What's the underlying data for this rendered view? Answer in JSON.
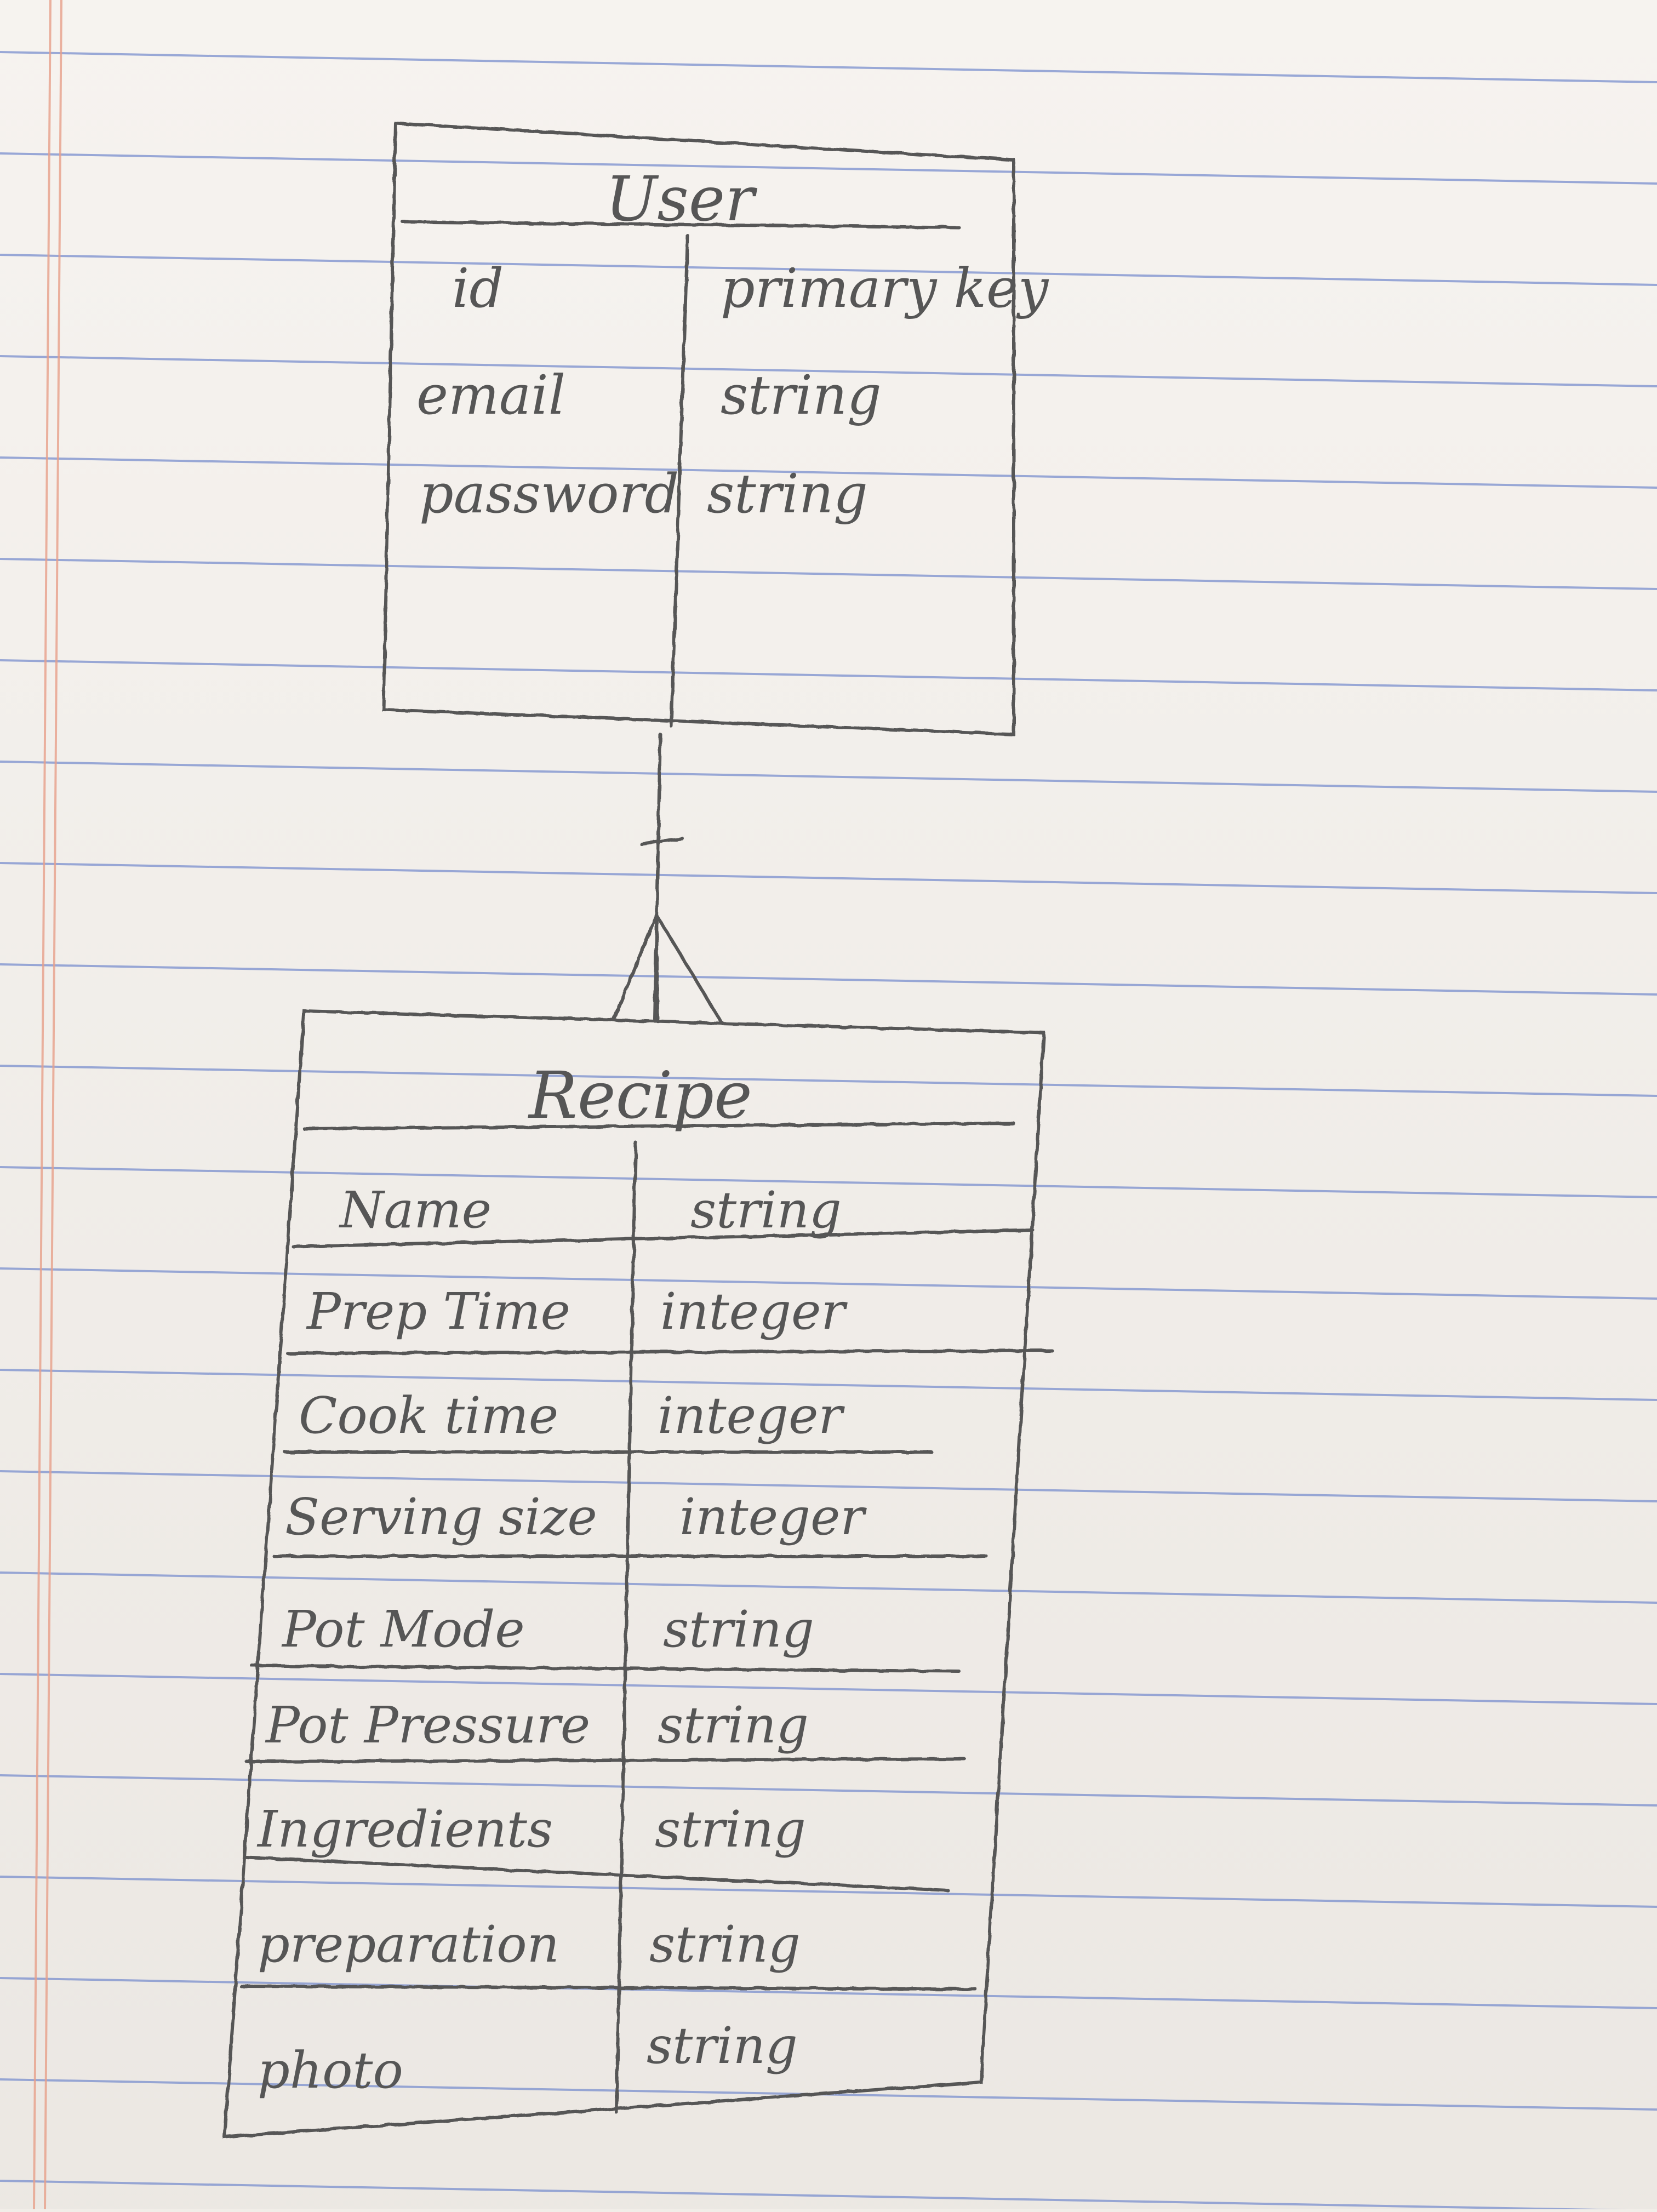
{
  "colors": {
    "paper": "#f3efea",
    "rule_line": "#7a8fce",
    "margin_line": "#e8a08a",
    "pencil": "#565656"
  },
  "diagram": {
    "type": "entity-relationship",
    "relationship": "one-to-many",
    "entities": [
      {
        "name": "User",
        "fields": [
          {
            "name": "id",
            "type": "primary key"
          },
          {
            "name": "email",
            "type": "string"
          },
          {
            "name": "password",
            "type": "string"
          }
        ]
      },
      {
        "name": "Recipe",
        "fields": [
          {
            "name": "Name",
            "type": "string"
          },
          {
            "name": "Prep Time",
            "type": "integer"
          },
          {
            "name": "Cook time",
            "type": "integer"
          },
          {
            "name": "Serving size",
            "type": "integer"
          },
          {
            "name": "Pot Mode",
            "type": "string"
          },
          {
            "name": "Pot Pressure",
            "type": "string"
          },
          {
            "name": "Ingredients",
            "type": "string"
          },
          {
            "name": "preparation",
            "type": "string"
          },
          {
            "name": "photo",
            "type": "string"
          }
        ]
      }
    ]
  }
}
